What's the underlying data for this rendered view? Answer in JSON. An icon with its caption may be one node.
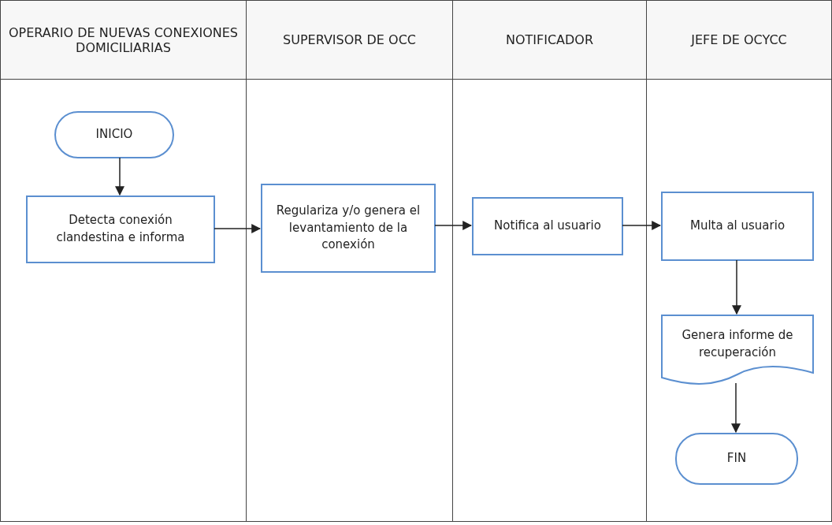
{
  "diagram": {
    "nodes": [
      {
        "text": [
          "OPERARIO DE NUEVAS CONEXIONES DOMICILIARIAS"
        ]
      },
      {
        "text": [
          "SUPERVISOR DE OCC"
        ]
      },
      {
        "text": [
          "NOTIFICADOR"
        ]
      },
      {
        "text": [
          "JEFE DE OCYCC"
        ]
      },
      {
        "text": [
          "INICIO"
        ],
        "in": 0
      },
      {
        "text": [
          "Detecta conexión clandestina e informa"
        ],
        "in": 0
      },
      {
        "text": [
          "Regulariza y/o genera el levantamiento de la conexión"
        ],
        "in": 1
      },
      {
        "text": [
          "Notifica al usuario"
        ],
        "in": 2
      },
      {
        "text": [
          "Multa al usuario"
        ],
        "in": 3
      },
      {
        "text": [
          "Genera informe de recuperación"
        ],
        "in": 3
      },
      {
        "text": [
          "FIN"
        ],
        "in": 3
      }
    ],
    "edges": [
      {
        "from": 4,
        "to": 5,
        "arrow": "to"
      },
      {
        "from": 5,
        "to": 6,
        "arrow": "to"
      },
      {
        "from": 6,
        "to": 7,
        "arrow": "to"
      },
      {
        "from": 7,
        "to": 8,
        "arrow": "to"
      },
      {
        "from": 8,
        "to": 9,
        "arrow": "to"
      },
      {
        "from": 9,
        "to": 10,
        "arrow": "to"
      }
    ]
  }
}
